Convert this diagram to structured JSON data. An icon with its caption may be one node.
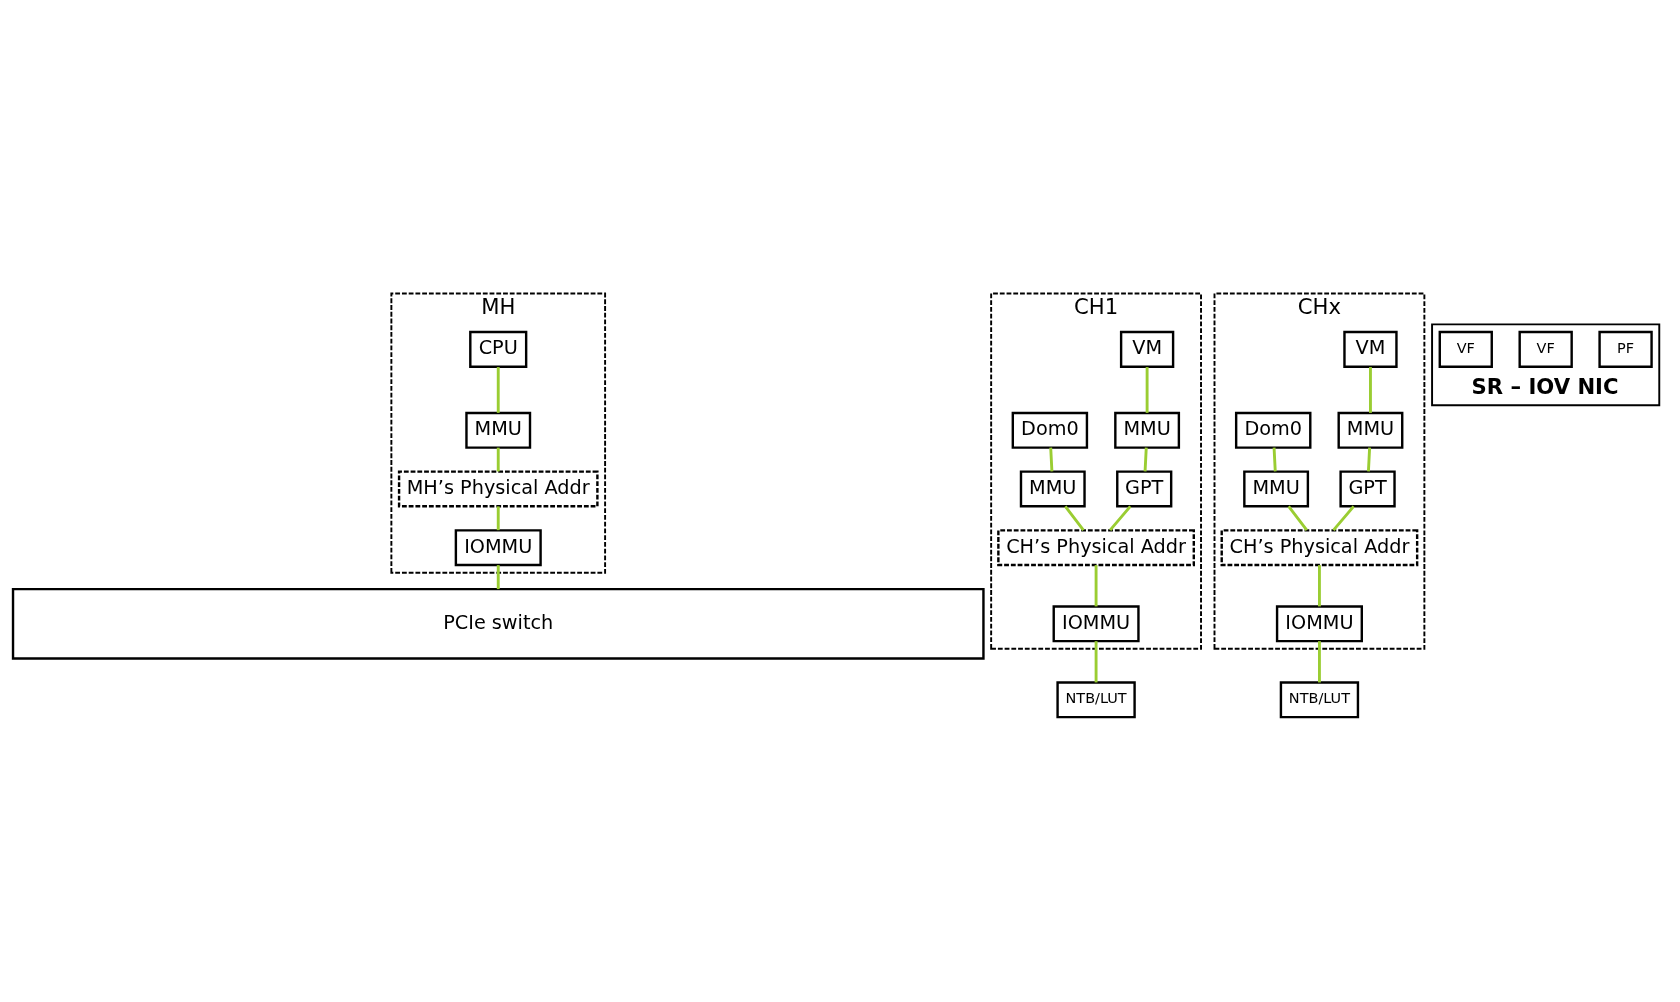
{
  "diagram": {
    "nodes": [
      {
        "text": [
          "MH"
        ]
      },
      {
        "text": [
          "CPU"
        ],
        "in": 0
      },
      {
        "text": [
          "MMU"
        ],
        "in": 0
      },
      {
        "text": [
          "MH’s Physical Addr"
        ],
        "in": 0
      },
      {
        "text": [
          "IOMMU"
        ],
        "in": 0
      },
      {
        "text": [
          "CH1"
        ]
      },
      {
        "text": [
          "VM"
        ],
        "in": 5
      },
      {
        "text": [
          "MMU"
        ],
        "in": 5
      },
      {
        "text": [
          "GPT"
        ],
        "in": 5
      },
      {
        "text": [
          "Dom0"
        ],
        "in": 5
      },
      {
        "text": [
          "MMU"
        ],
        "in": 5
      },
      {
        "text": [
          "CH’s Physical Addr"
        ],
        "in": 5
      },
      {
        "text": [
          "IOMMU"
        ],
        "in": 5
      },
      {
        "text": [
          "CHx"
        ]
      },
      {
        "text": [
          "VM"
        ],
        "in": 13
      },
      {
        "text": [
          "MMU"
        ],
        "in": 13
      },
      {
        "text": [
          "GPT"
        ],
        "in": 13
      },
      {
        "text": [
          "Dom0"
        ],
        "in": 13
      },
      {
        "text": [
          "MMU"
        ],
        "in": 13
      },
      {
        "text": [
          "CH’s Physical Addr"
        ],
        "in": 13
      },
      {
        "text": [
          "IOMMU"
        ],
        "in": 13
      },
      {
        "text": [
          "PCIe switch"
        ]
      },
      {
        "text": [
          "NTB/LUT"
        ]
      },
      {
        "text": [
          "NTB/LUT"
        ]
      },
      {
        "text": [
          "SR – IOV NIC"
        ]
      },
      {
        "text": [
          "PF"
        ],
        "in": 24
      },
      {
        "text": [
          "VF"
        ],
        "in": 24
      },
      {
        "text": [
          "VF"
        ],
        "in": 24
      }
    ],
    "edges": [
      {
        "from": 1,
        "to": 2,
        "arrow": "none"
      },
      {
        "from": 2,
        "to": 3,
        "arrow": "none"
      },
      {
        "from": 3,
        "to": 4,
        "arrow": "none"
      },
      {
        "from": 4,
        "to": 21,
        "arrow": "none"
      },
      {
        "from": 6,
        "to": 7,
        "arrow": "none"
      },
      {
        "from": 7,
        "to": 8,
        "arrow": "none"
      },
      {
        "from": 8,
        "to": 11,
        "arrow": "none"
      },
      {
        "from": 9,
        "to": 10,
        "arrow": "none"
      },
      {
        "from": 10,
        "to": 11,
        "arrow": "none"
      },
      {
        "from": 11,
        "to": 12,
        "arrow": "none"
      },
      {
        "from": 12,
        "to": 22,
        "arrow": "none"
      },
      {
        "from": 14,
        "to": 15,
        "arrow": "none"
      },
      {
        "from": 15,
        "to": 16,
        "arrow": "none"
      },
      {
        "from": 16,
        "to": 19,
        "arrow": "none"
      },
      {
        "from": 17,
        "to": 18,
        "arrow": "none"
      },
      {
        "from": 18,
        "to": 19,
        "arrow": "none"
      },
      {
        "from": 19,
        "to": 20,
        "arrow": "none"
      },
      {
        "from": 20,
        "to": 23,
        "arrow": "none"
      }
    ]
  }
}
